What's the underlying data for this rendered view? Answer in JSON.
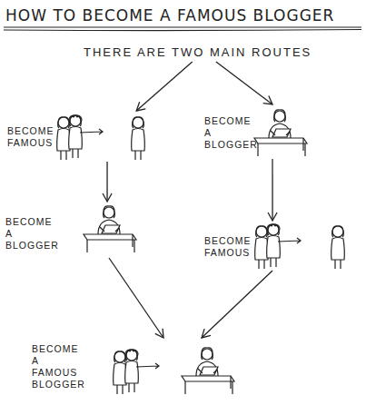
{
  "diagram": {
    "title": "HOW TO BECOME A FAMOUS BLOGGER",
    "nodes": [
      {
        "text": [
          "THERE ARE TWO MAIN ROUTES"
        ]
      },
      {
        "text": [
          "BECOME FAMOUS"
        ]
      },
      {
        "text": [
          "BECOME A BLOGGER"
        ]
      },
      {
        "text": [
          "BECOME A BLOGGER"
        ]
      },
      {
        "text": [
          "BECOME FAMOUS"
        ]
      },
      {
        "text": [
          "BECOME A FAMOUS BLOGGER"
        ]
      }
    ],
    "edges": [
      {
        "from": 0,
        "to": 1,
        "arrow": "to"
      },
      {
        "from": 0,
        "to": 2,
        "arrow": "to"
      },
      {
        "from": 1,
        "to": 3,
        "arrow": "to"
      },
      {
        "from": 2,
        "to": 4,
        "arrow": "to"
      },
      {
        "from": 3,
        "to": 5,
        "arrow": "to"
      },
      {
        "from": 4,
        "to": 5,
        "arrow": "to"
      }
    ]
  }
}
